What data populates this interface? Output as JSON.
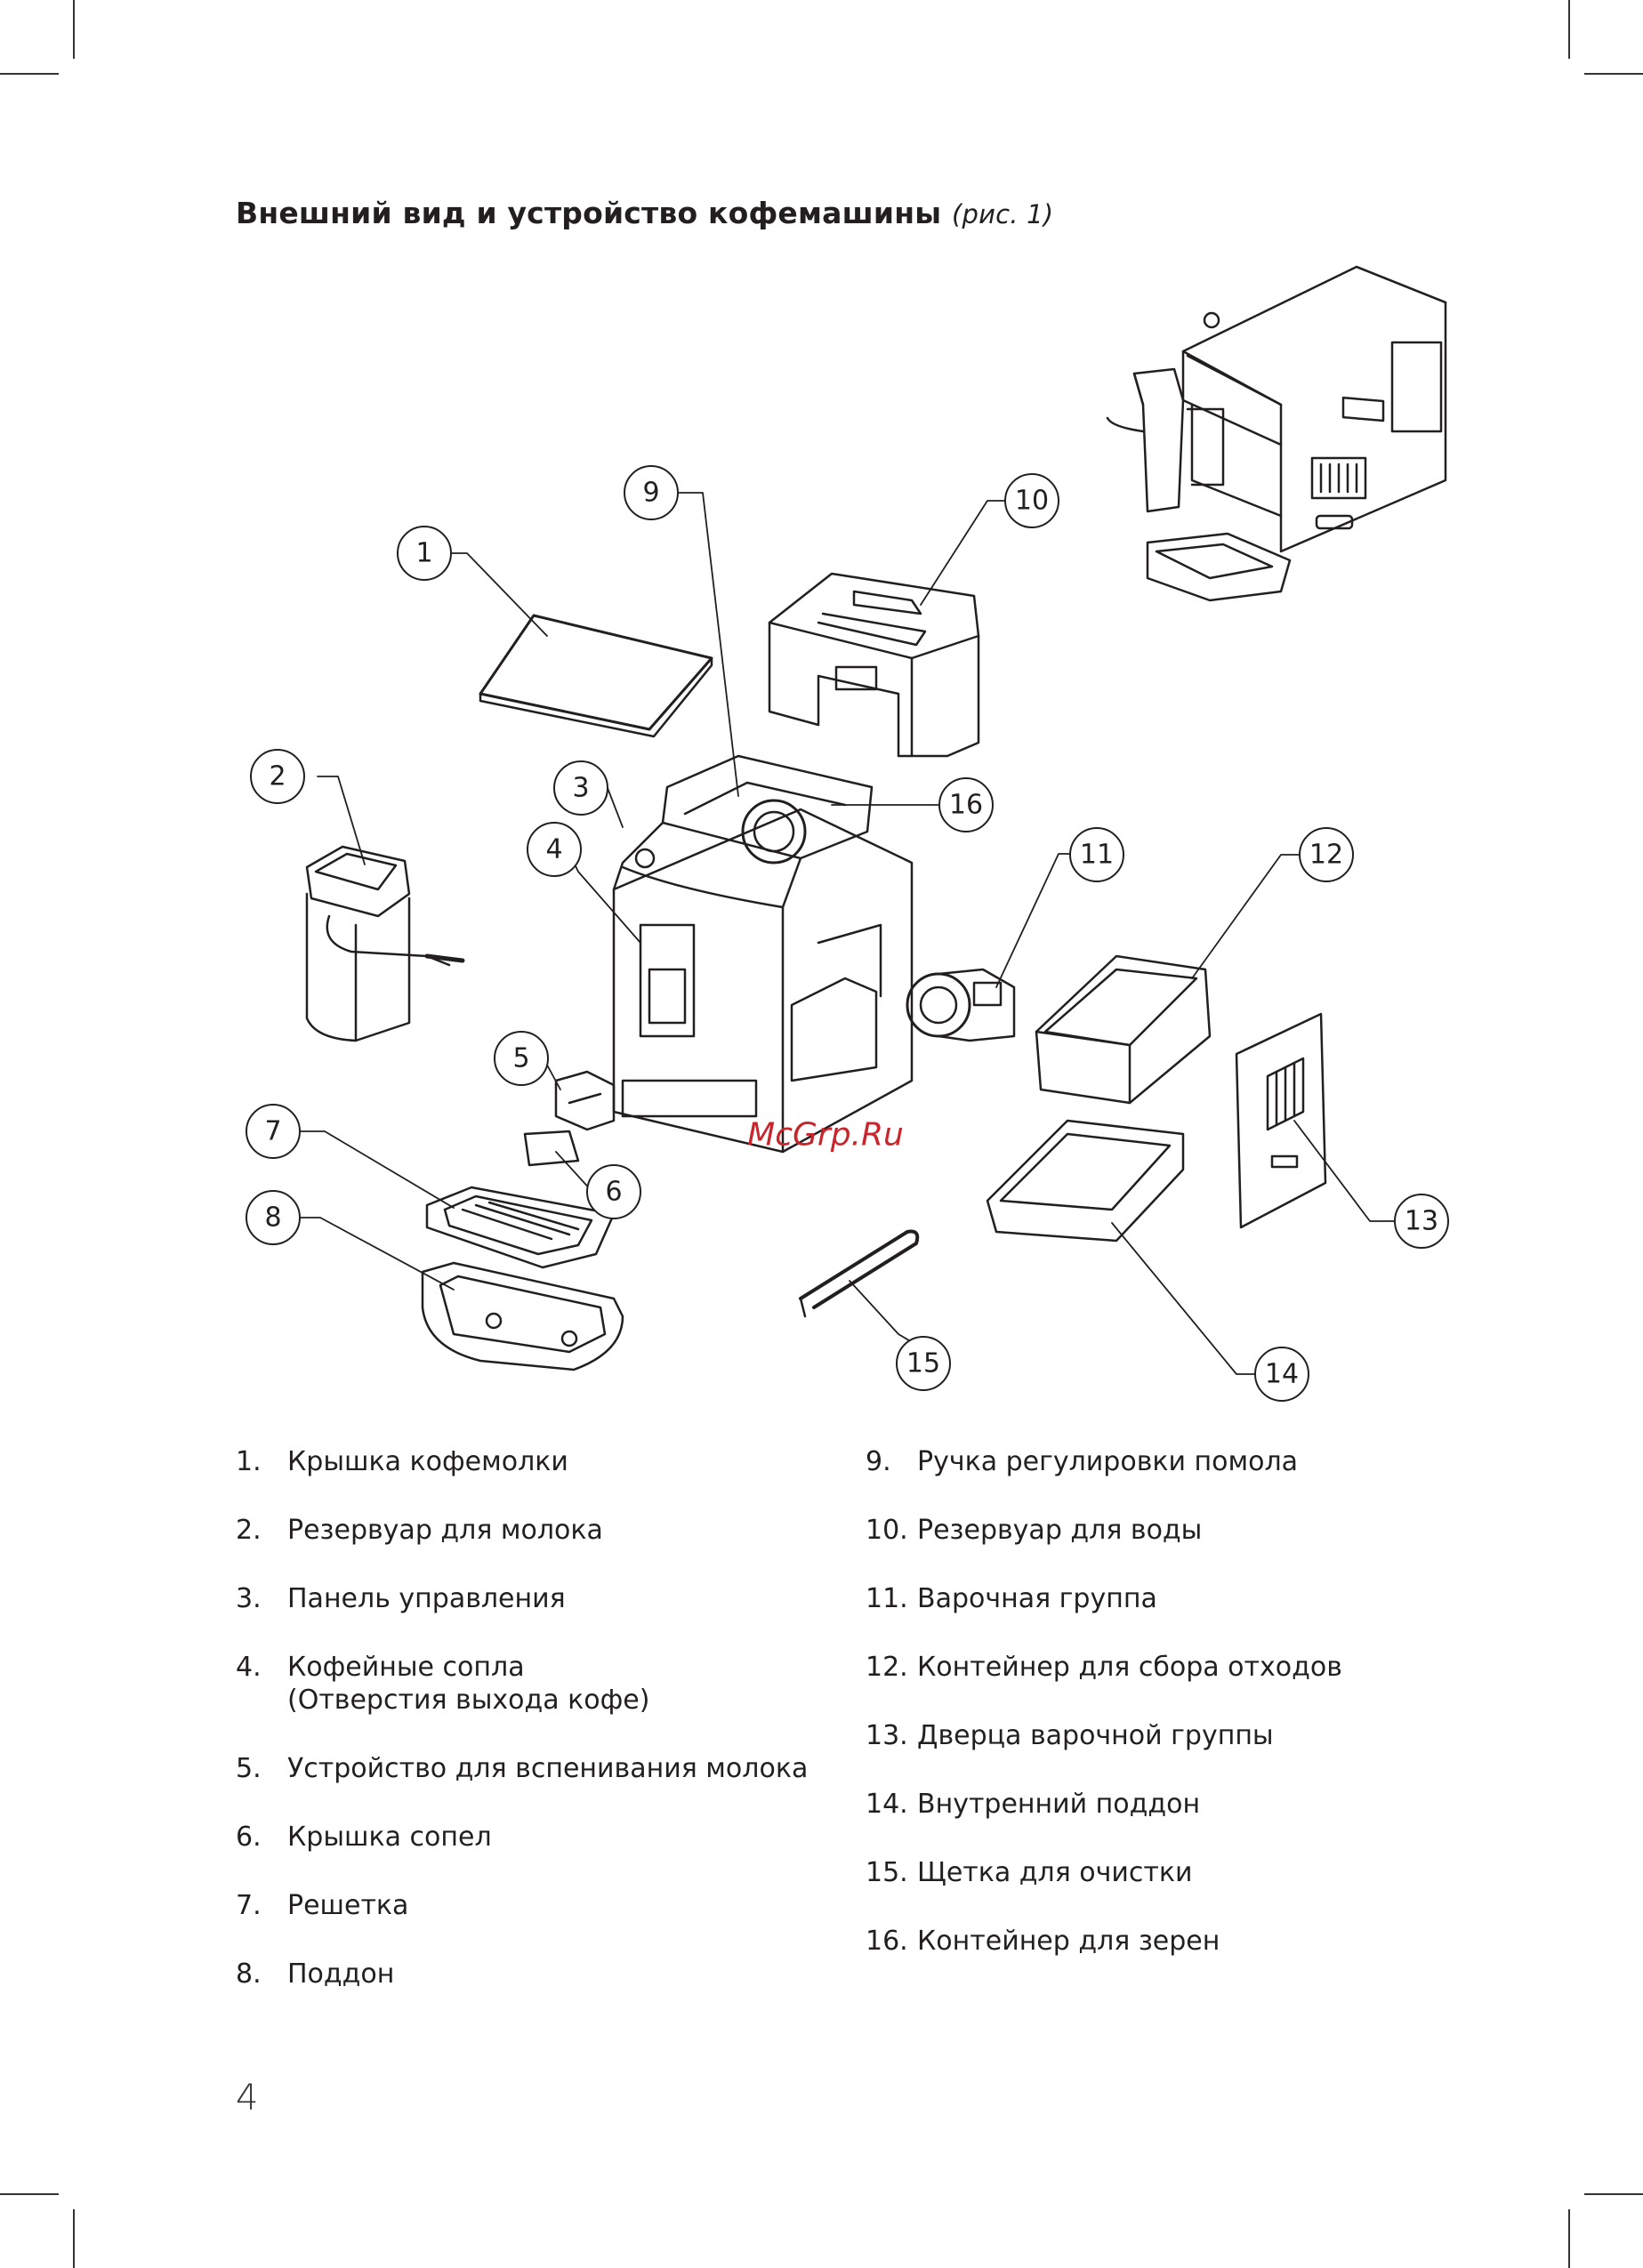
{
  "title": {
    "main": "Внешний вид и устройство кофемашины",
    "sub": "(рис. 1)"
  },
  "watermark": "McGrp.Ru",
  "callouts": [
    "1",
    "2",
    "3",
    "4",
    "5",
    "6",
    "7",
    "8",
    "9",
    "10",
    "11",
    "12",
    "13",
    "14",
    "15",
    "16"
  ],
  "parts_left": [
    {
      "n": "1.",
      "t": "Крышка кофемолки"
    },
    {
      "n": "2.",
      "t": "Резервуар для молока"
    },
    {
      "n": "3.",
      "t": "Панель управления"
    },
    {
      "n": "4.",
      "t": "Кофейные сопла\n(Отверстия выхода кофе)"
    },
    {
      "n": "5.",
      "t": "Устройство для вспенивания молока"
    },
    {
      "n": "6.",
      "t": "Крышка сопел"
    },
    {
      "n": "7.",
      "t": "Решетка"
    },
    {
      "n": "8.",
      "t": "Поддон"
    }
  ],
  "parts_right": [
    {
      "n": "9.",
      "t": "Ручка регулировки помола"
    },
    {
      "n": "10.",
      "t": "Резервуар для воды"
    },
    {
      "n": "11.",
      "t": "Варочная группа"
    },
    {
      "n": "12.",
      "t": "Контейнер для сбора отходов"
    },
    {
      "n": "13.",
      "t": "Дверца варочной группы"
    },
    {
      "n": "14.",
      "t": "Внутренний поддон"
    },
    {
      "n": "15.",
      "t": "Щетка для очистки"
    },
    {
      "n": "16.",
      "t": "Контейнер для зерен"
    }
  ],
  "page_number": "4"
}
